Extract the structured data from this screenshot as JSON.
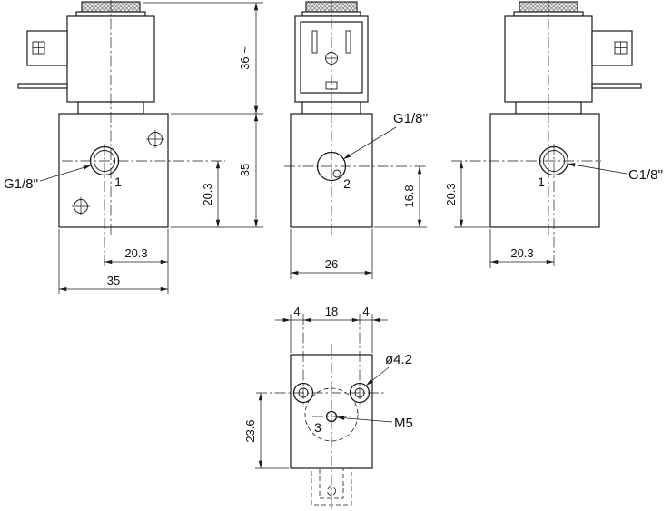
{
  "drawing": {
    "background": "#ffffff",
    "line_color": "#1a1a1a"
  },
  "views": {
    "left": {
      "port_number": "1",
      "port_thread": "G1/8''",
      "dims": {
        "coil_height": "36 ~",
        "body_height": "35",
        "port_height": "20.3",
        "port_offset": "20.3",
        "body_width": "35"
      }
    },
    "front": {
      "port_number": "2",
      "port_thread": "G1/8''",
      "dims": {
        "port_height": "16.8",
        "body_width": "26"
      }
    },
    "right": {
      "port_number": "1",
      "port_thread": "G1/8''",
      "dims": {
        "port_height": "20.3",
        "port_offset": "20.3"
      }
    },
    "bottom": {
      "port_number": "3",
      "hole_diameter": "ø4.2",
      "center_thread": "M5",
      "dims": {
        "edge_to_hole_left": "4",
        "hole_spacing": "18",
        "edge_to_hole_right": "4",
        "hole_to_bottom": "23.6"
      }
    }
  }
}
